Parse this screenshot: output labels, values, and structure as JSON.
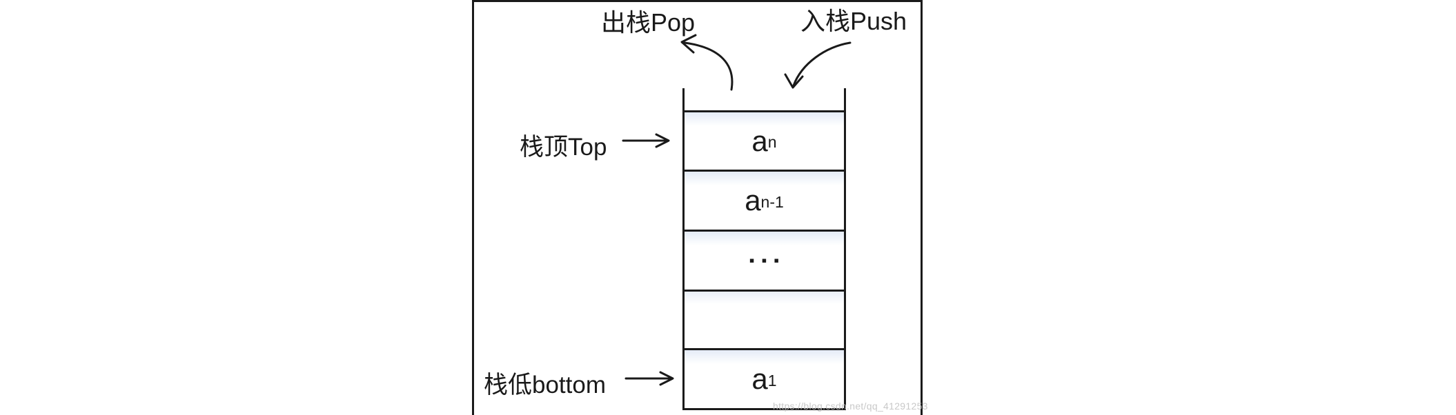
{
  "diagram": {
    "title_semantics": "stack push/pop structure diagram",
    "pop_label": "出栈Pop",
    "push_label": "入栈Push",
    "top_label": "栈顶Top",
    "bottom_label": "栈低bottom",
    "cells": [
      {
        "base": "a",
        "sub": "n"
      },
      {
        "base": "a",
        "sub": "n-1"
      },
      {
        "ellipsis": "▪▪▪"
      },
      {
        "empty": ""
      },
      {
        "base": "a",
        "sub": "1"
      }
    ],
    "watermark": "https://blog.csdn.net/qq_41291253",
    "colors": {
      "line": "#1a1a1a",
      "text": "#1a1a1a",
      "cell_tint": "#cfdcf0",
      "watermark": "#bfbfbf",
      "background": "#ffffff"
    }
  }
}
